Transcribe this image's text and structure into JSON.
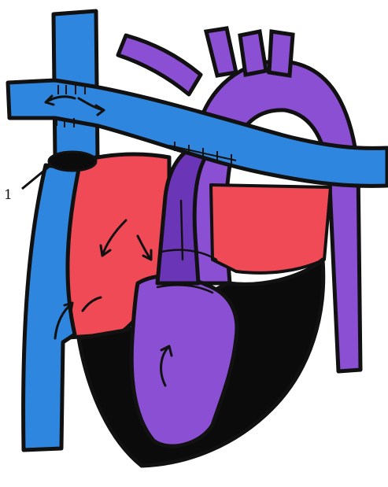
{
  "figure": {
    "callout_label": "1",
    "colors": {
      "blue": "#2f86de",
      "blue_dark": "#1f5fb3",
      "red": "#ef4a55",
      "purple": "#8a4fd3",
      "purple_dark": "#6b35b8",
      "black": "#0b0b0b",
      "outline": "#111111"
    },
    "structures": [
      {
        "name": "superior-vena-cava",
        "color": "blue"
      },
      {
        "name": "inferior-vena-cava",
        "color": "blue"
      },
      {
        "name": "anomalous-horizontal-vein",
        "color": "blue"
      },
      {
        "name": "right-atrium",
        "color": "red"
      },
      {
        "name": "right-ventricle",
        "color": "purple"
      },
      {
        "name": "left-ventricle",
        "color": "black"
      },
      {
        "name": "aortic-arch",
        "color": "purple"
      },
      {
        "name": "pulmonary-trunk",
        "color": "purple"
      },
      {
        "name": "descending-aorta",
        "color": "purple"
      }
    ]
  }
}
